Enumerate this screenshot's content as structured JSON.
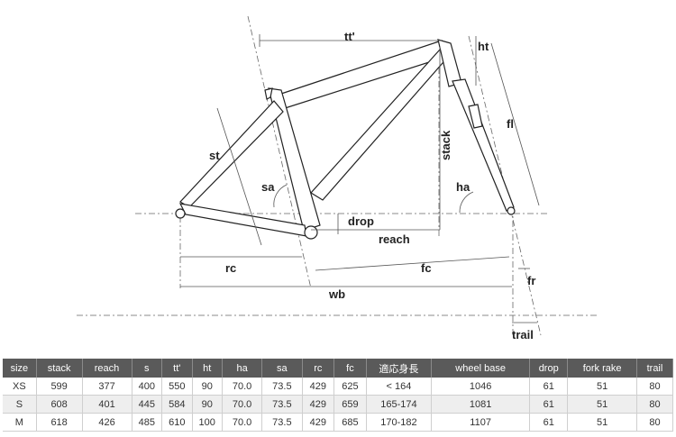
{
  "diagram": {
    "labels": {
      "tt": "tt'",
      "ht": "ht",
      "st": "st",
      "sa": "sa",
      "stack": "stack",
      "fl": "fl",
      "ha": "ha",
      "drop": "drop",
      "reach": "reach",
      "rc": "rc",
      "fc": "fc",
      "wb": "wb",
      "fr": "fr",
      "trail": "trail"
    }
  },
  "table": {
    "headers": [
      "size",
      "stack",
      "reach",
      "s",
      "tt'",
      "ht",
      "ha",
      "sa",
      "rc",
      "fc",
      "適応身長",
      "wheel base",
      "drop",
      "fork rake",
      "trail"
    ],
    "rows": [
      [
        "XS",
        "599",
        "377",
        "400",
        "550",
        "90",
        "70.0",
        "73.5",
        "429",
        "625",
        "< 164",
        "1046",
        "61",
        "51",
        "80"
      ],
      [
        "S",
        "608",
        "401",
        "445",
        "584",
        "90",
        "70.0",
        "73.5",
        "429",
        "659",
        "165-174",
        "1081",
        "61",
        "51",
        "80"
      ],
      [
        "M",
        "618",
        "426",
        "485",
        "610",
        "100",
        "70.0",
        "73.5",
        "429",
        "685",
        "170-182",
        "1107",
        "61",
        "51",
        "80"
      ]
    ]
  }
}
